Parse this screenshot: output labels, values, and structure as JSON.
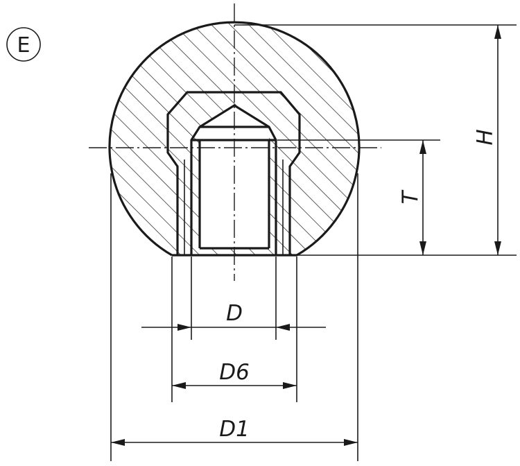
{
  "view_label": "E",
  "dimensions": {
    "height": "H",
    "thread_depth": "T",
    "thread_diameter": "D",
    "counterbore_diameter": "D6",
    "ball_diameter": "D1"
  }
}
